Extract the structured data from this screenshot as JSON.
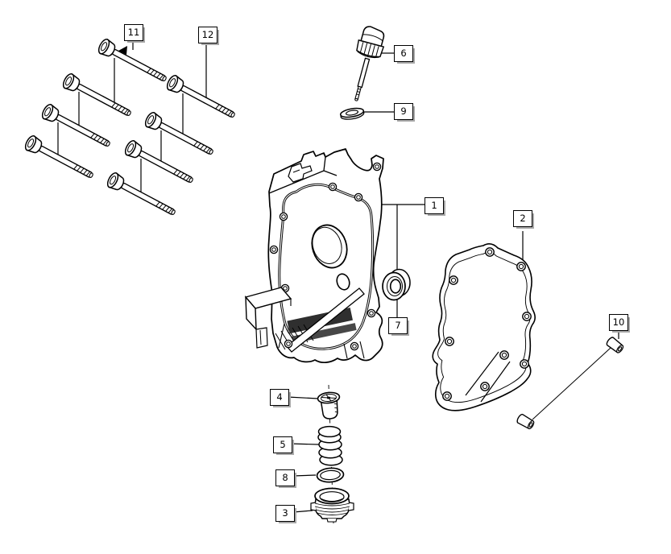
{
  "diagram": {
    "kind": "exploded-parts-diagram",
    "subject": "engine-transmission-cover-assembly",
    "background_color": "#ffffff",
    "line_color": "#000000",
    "callout_style": {
      "bg": "#ffffff",
      "border": "#000000",
      "shadow": "#a8a8a8"
    },
    "callouts": [
      {
        "label": "11",
        "part": "cover-screw-group-left"
      },
      {
        "label": "12",
        "part": "cover-screw-group-right"
      },
      {
        "label": "6",
        "part": "oil-dipstick"
      },
      {
        "label": "9",
        "part": "dipstick-washer"
      },
      {
        "label": "1",
        "part": "transmission-cover"
      },
      {
        "label": "2",
        "part": "cover-gasket"
      },
      {
        "label": "7",
        "part": "oil-seal"
      },
      {
        "label": "10",
        "part": "dowel-pins"
      },
      {
        "label": "4",
        "part": "oil-strainer"
      },
      {
        "label": "5",
        "part": "strainer-spring"
      },
      {
        "label": "8",
        "part": "o-ring"
      },
      {
        "label": "3",
        "part": "strainer-cap"
      }
    ]
  }
}
